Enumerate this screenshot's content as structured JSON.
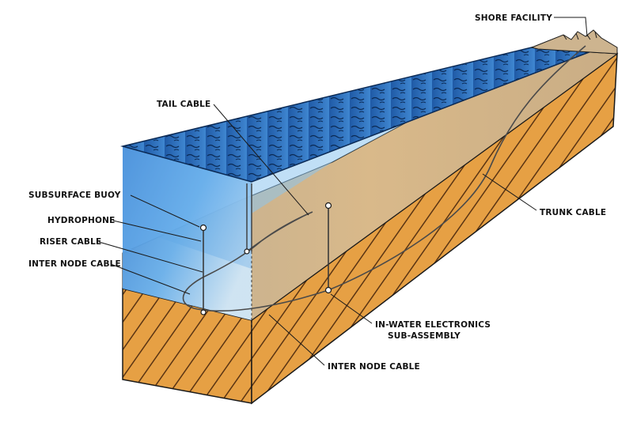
{
  "labels": {
    "shore_facility": "SHORE FACILITY",
    "tail_cable": "TAIL CABLE",
    "subsurface_buoy": "SUBSURFACE BUOY",
    "hydrophone": "HYDROPHONE",
    "riser_cable": "RISER CABLE",
    "inter_node_cable_left": "INTER NODE CABLE",
    "trunk_cable": "TRUNK CABLE",
    "in_water_electronics_line1": "IN-WATER ELECTRONICS",
    "in_water_electronics_line2": "SUB-ASSEMBLY",
    "inter_node_cable_bottom": "INTER NODE CABLE"
  },
  "colors": {
    "water_surface": "#2f6fb8",
    "water_volume": "#5ea6e6",
    "seafloor": "#cdb48f",
    "sediment": "#e39a3a",
    "hatch": "#5a3413",
    "outline": "#1a1a1a"
  }
}
